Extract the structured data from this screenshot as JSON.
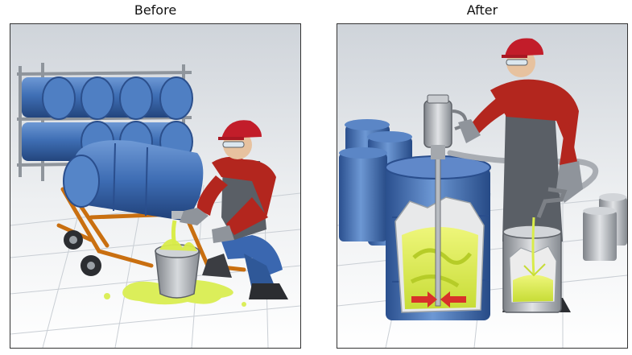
{
  "captions": {
    "before": "Before",
    "after": "After"
  },
  "colors": {
    "drum_blue": "#3f6fb5",
    "drum_dark": "#264a86",
    "steel_gray": "#a9adb3",
    "coolant_green": "#d9ec4a",
    "shirt_red": "#b3261e",
    "apron_gray": "#5a5f66",
    "cart_orange": "#e58a1c",
    "arrow_red": "#d8312a",
    "floor_gray": "#eceff2"
  },
  "illustrations": {
    "before": "drum-rack-cart-spill-scene",
    "after": "drum-pump-mixer-clean-scene"
  }
}
